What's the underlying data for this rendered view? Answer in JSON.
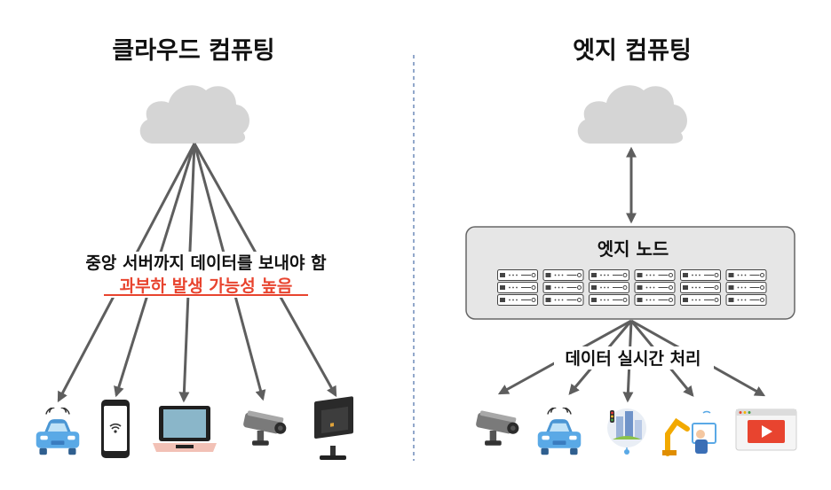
{
  "left_panel": {
    "title": "클라우드 컴퓨팅",
    "caption_line1": "중앙 서버까지 데이터를 보내야 함",
    "caption_line2": "과부하 발생 가능성 높음",
    "devices": [
      "connected-car-icon",
      "smartphone-icon",
      "laptop-icon",
      "cctv-camera-icon",
      "monitor-icon"
    ]
  },
  "right_panel": {
    "title": "엣지 컴퓨팅",
    "edge_node_label": "엣지 노드",
    "caption": "데이터 실시간 처리",
    "devices": [
      "cctv-camera-icon",
      "connected-car-icon",
      "smart-city-icon",
      "smart-factory-icon",
      "video-player-icon"
    ]
  },
  "colors": {
    "cloud": "#d5d5d5",
    "arrow": "#5e5e5e",
    "warning_text": "#e8442f",
    "divider": "#4a6fa8",
    "node_box": "#e6e6e6",
    "car": "#5aa9e6"
  }
}
